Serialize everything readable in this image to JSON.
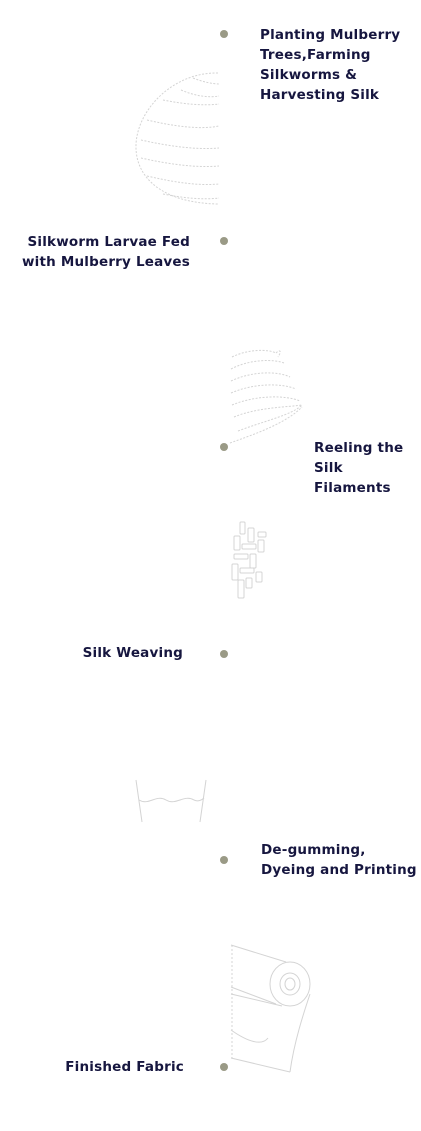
{
  "timeline": {
    "steps": [
      {
        "title": "Planting Mulberry Trees,Farming Silkworms & Harvesting Silk",
        "side": "right",
        "illustration": "mulberry-leaf-icon"
      },
      {
        "title": "Silkworm Larvae Fed with Mulberry Leaves",
        "side": "left",
        "illustration": "silkworm-cocoon-icon"
      },
      {
        "title": "Reeling the Silk Filaments",
        "side": "right",
        "illustration": "silk-thread-icon"
      },
      {
        "title": "Silk Weaving",
        "side": "left",
        "illustration": "weaving-loom-icon"
      },
      {
        "title": "De-gumming, Dyeing and Printing",
        "side": "right",
        "illustration": "dye-vat-icon"
      },
      {
        "title": "Finished Fabric",
        "side": "left",
        "illustration": "fabric-roll-icon"
      }
    ],
    "colors": {
      "title": "#16163f",
      "dot": "#9a9a86",
      "illustration_stroke": "#d4d4d4"
    }
  }
}
